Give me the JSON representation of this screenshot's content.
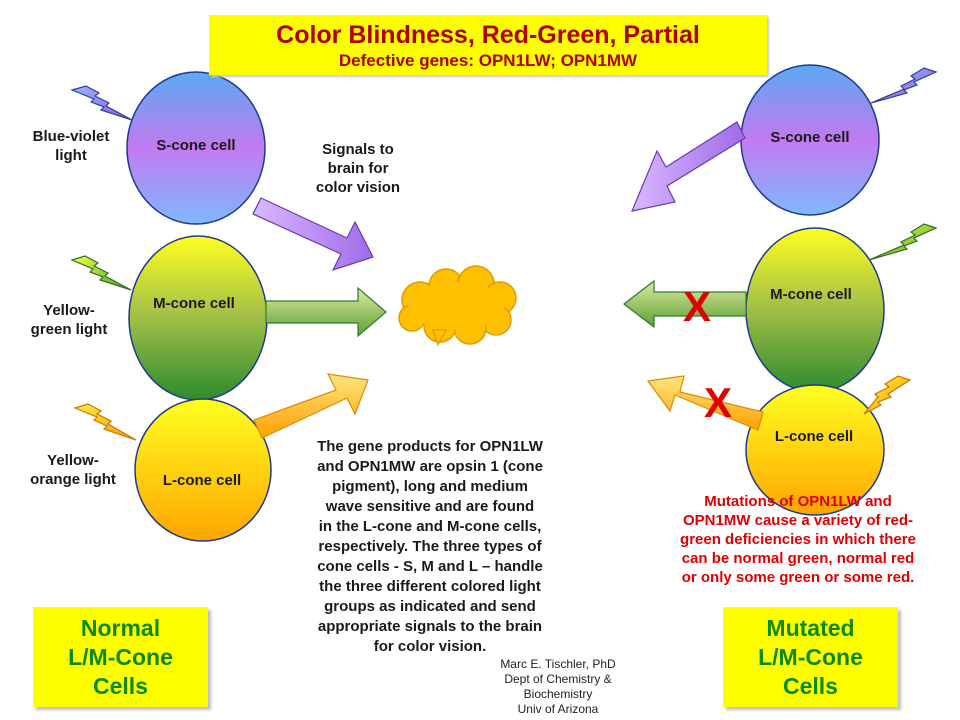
{
  "title": {
    "main": "Color Blindness, Red-Green, Partial",
    "sub": "Defective genes: OPN1LW; OPN1MW"
  },
  "light_labels": {
    "blue_violet": [
      "Blue-violet",
      "light"
    ],
    "yellow_green": [
      "Yellow-",
      "green light"
    ],
    "yellow_orange": [
      "Yellow-",
      "orange light"
    ]
  },
  "signals_label": [
    "Signals to",
    "brain for",
    "color vision"
  ],
  "normal_cells": {
    "s": "S-cone cell",
    "m": "M-cone cell",
    "l": "L-cone cell"
  },
  "mutated_cells": {
    "s": "S-cone cell",
    "m": "M-cone cell",
    "l": "L-cone cell"
  },
  "description": [
    "The gene products for OPN1LW",
    "and OPN1MW are opsin 1 (cone",
    "pigment), long and medium",
    "wave sensitive  and are found",
    "in the L-cone and M-cone cells,",
    "respectively.  The three types of",
    "cone cells  - S, M and L – handle",
    "the three different colored light",
    "groups as indicated  and send",
    "appropriate signals  to the brain",
    "for color vision."
  ],
  "mutation_description": [
    "Mutations  of OPN1LW and",
    "OPN1MW cause a variety of red-",
    "green deficiencies  in which there",
    "can be normal green, normal red",
    "or only some green or some red."
  ],
  "normal_box": [
    "Normal",
    "L/M-Cone",
    "Cells"
  ],
  "mutated_box": [
    "Mutated",
    "L/M-Cone",
    "Cells"
  ],
  "x_marks": [
    "X",
    "X"
  ],
  "credit": [
    "Marc  E. Tischler, PhD",
    "Dept of Chemistry  &",
    "Biochemistry",
    "Univ of Arizona"
  ],
  "colors": {
    "title_bg": "#ffff00",
    "title_text": "#b00000",
    "box_text": "#0c8a0c",
    "mutation_text": "#e00000",
    "brain": "#ffc000"
  }
}
